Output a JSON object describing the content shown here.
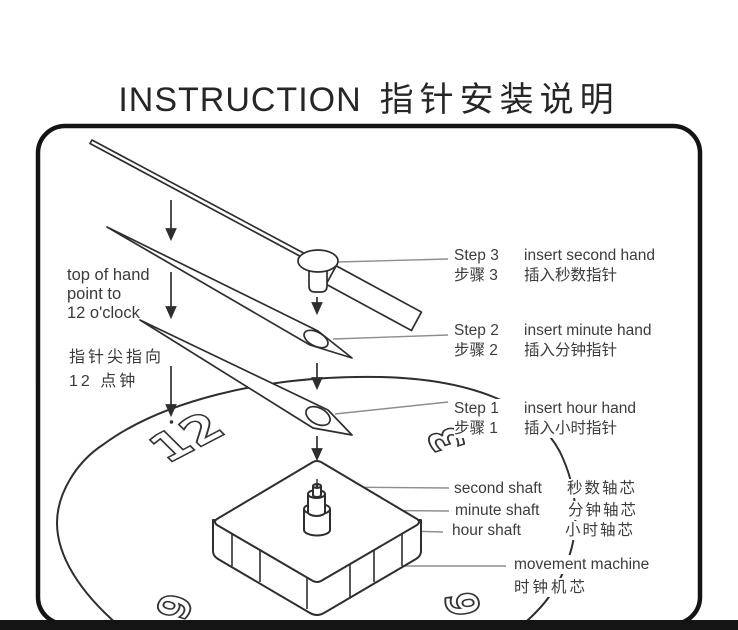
{
  "title": {
    "en": "INSTRUCTION",
    "zh": "指针安装说明"
  },
  "note_left": {
    "en1": "top of hand",
    "en2": "point to",
    "en3": "12 o'clock",
    "zh1": "指针尖指向",
    "zh2": "12 点钟"
  },
  "steps": [
    {
      "en_label": "Step 3",
      "en_desc": "insert second hand",
      "zh_label": "步骤 3",
      "zh_desc": "插入秒数指针"
    },
    {
      "en_label": "Step 2",
      "en_desc": "insert minute hand",
      "zh_label": "步骤 2",
      "zh_desc": "插入分钟指针"
    },
    {
      "en_label": "Step 1",
      "en_desc": "insert hour hand",
      "zh_label": "步骤 1",
      "zh_desc": "插入小时指针"
    }
  ],
  "parts": [
    {
      "en": "second shaft",
      "zh": "秒数轴芯"
    },
    {
      "en": "minute shaft",
      "zh": "分钟轴芯"
    },
    {
      "en": "hour shaft",
      "zh": "小时轴芯"
    }
  ],
  "movement": {
    "en": "movement  machine",
    "zh": "时钟机芯"
  },
  "numerals": {
    "twelve": "12",
    "three": "3",
    "nine": "9",
    "six": "6"
  },
  "colors": {
    "ink": "#2e2e2e",
    "leader": "#8e8e8e",
    "frame": "#141414",
    "background": "#ffffff"
  }
}
